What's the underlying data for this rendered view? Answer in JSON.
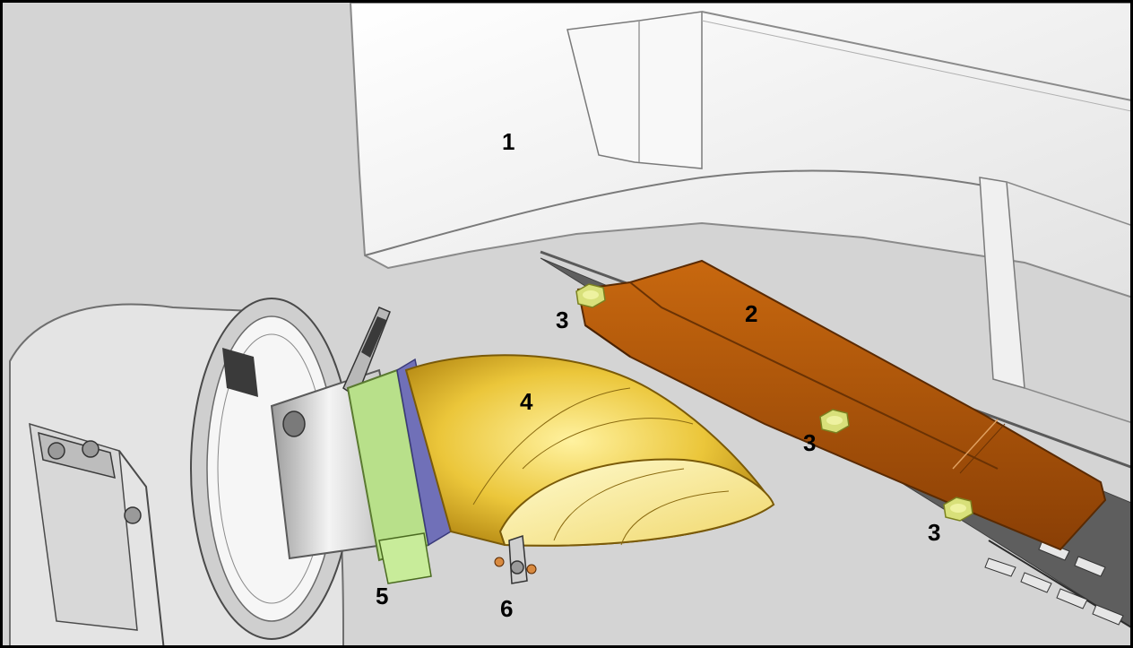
{
  "diagram": {
    "callouts": {
      "c1": "1",
      "c2": "2",
      "c3a": "3",
      "c3b": "3",
      "c3c": "3",
      "c4": "4",
      "c5": "5",
      "c6": "6"
    },
    "colors": {
      "background": "#d4d4d4",
      "housing": "#f2f2f2",
      "bracket": "#b0560a",
      "nut": "#d8e07a",
      "duct": "#e8c030",
      "clamp": "#b8e08a",
      "band": "#7070b8",
      "border": "#000000"
    }
  }
}
